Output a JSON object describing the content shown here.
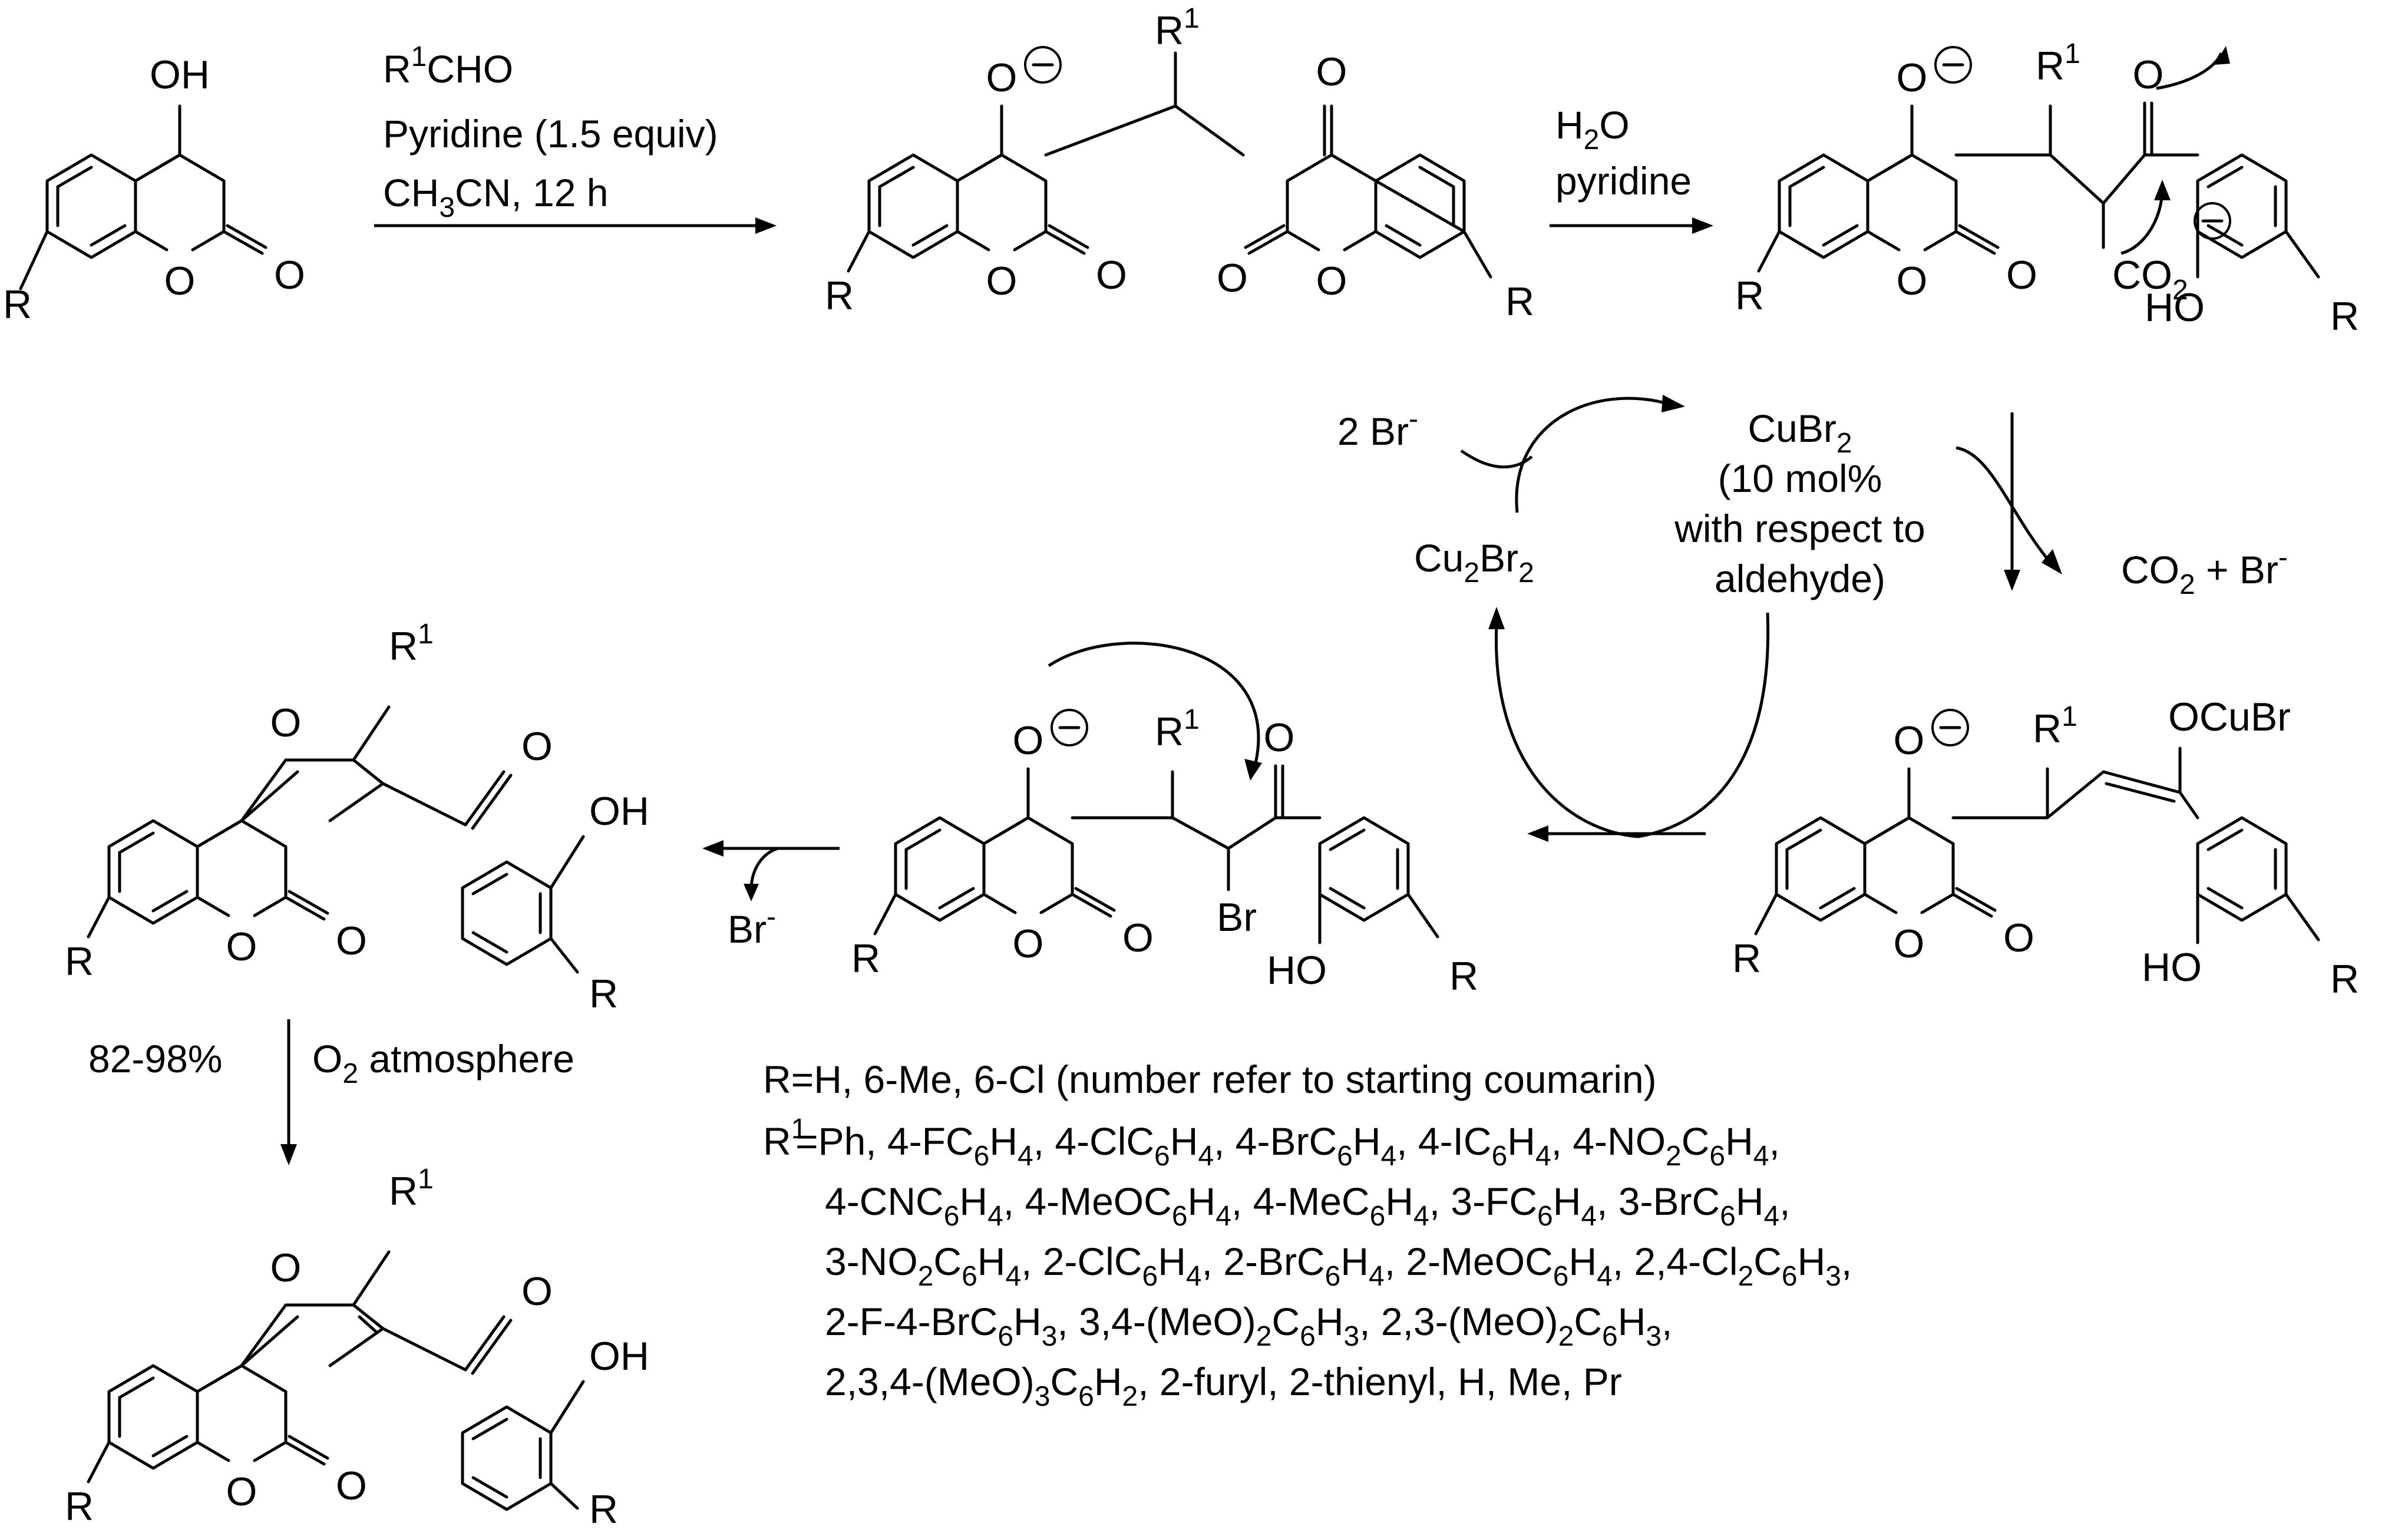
{
  "reagents": {
    "step1": {
      "line1_main": "R",
      "line1_sup": "1",
      "line1_rest": "CHO",
      "line2": "Pyridine (1.5 equiv)",
      "line3_a": "CH",
      "line3_sub": "3",
      "line3_b": "CN, 12 h"
    },
    "step2": {
      "line1_a": "H",
      "line1_sub": "2",
      "line1_b": "O",
      "line2": "pyridine"
    },
    "cycle": {
      "cat_a": "CuBr",
      "cat_sub": "2",
      "cat_line2": "(10 mol%",
      "cat_line3": "with respect to",
      "cat_line4": "aldehyde)",
      "cu2br2_a": "Cu",
      "cu2br2_sub1": "2",
      "cu2br2_b": "Br",
      "cu2br2_sub2": "2",
      "br_in": "2 Br",
      "br_in_sup": "-",
      "co2_a": "CO",
      "co2_sub": "2",
      "co2_b": " + Br",
      "co2_sup": "-"
    },
    "br_out": "Br",
    "br_out_sup": "-",
    "yield": "82-98%",
    "ox_a": "O",
    "ox_sub": "2",
    "ox_b": " atmosphere"
  },
  "atoms": {
    "OH": "OH",
    "HO": "HO",
    "O": "O",
    "R": "R",
    "R1": "R",
    "sup1": "1",
    "Br": "Br",
    "OCuBr": "OCuBr",
    "CO2": "CO",
    "sub2": "2"
  },
  "footnote": {
    "line1": "R=H, 6-Me, 6-Cl (number refer to starting coumarin)",
    "line2_lead": "R",
    "line2_sup": "1",
    "r1_lines": [
      [
        [
          "=Ph, 4-FC",
          "6",
          "H",
          "4",
          ", 4-ClC",
          "6",
          "H",
          "4",
          ", 4-BrC",
          "6",
          "H",
          "4",
          ", 4-IC",
          "6",
          "H",
          "4",
          ", 4-NO",
          "2",
          "C",
          "6",
          "H",
          "4",
          ","
        ]
      ],
      [
        [
          "4-CNC",
          "6",
          "H",
          "4",
          ", 4-MeOC",
          "6",
          "H",
          "4",
          ", 4-MeC",
          "6",
          "H",
          "4",
          ", 3-FC",
          "6",
          "H",
          "4",
          ", 3-BrC",
          "6",
          "H",
          "4",
          ","
        ]
      ],
      [
        [
          "3-NO",
          "2",
          "C",
          "6",
          "H",
          "4",
          ", 2-ClC",
          "6",
          "H",
          "4",
          ", 2-BrC",
          "6",
          "H",
          "4",
          ", 2-MeOC",
          "6",
          "H",
          "4",
          ", 2,4-Cl",
          "2",
          "C",
          "6",
          "H",
          "3",
          ","
        ]
      ],
      [
        [
          "2-F-4-BrC",
          "6",
          "H",
          "3",
          ", 3,4-(MeO)",
          "2",
          "C",
          "6",
          "H",
          "3",
          ", 2,3-(MeO)",
          "2",
          "C",
          "6",
          "H",
          "3",
          ","
        ]
      ],
      [
        [
          "2,3,4-(MeO)",
          "3",
          "C",
          "6",
          "H",
          "2",
          ", 2-furyl, 2-thienyl, H, Me, Pr",
          "",
          "",
          ""
        ]
      ]
    ]
  }
}
